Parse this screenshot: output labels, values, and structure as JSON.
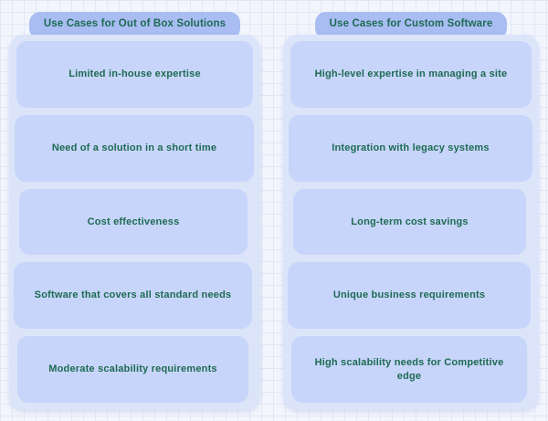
{
  "colors": {
    "background": "#f2f5fc",
    "grid_line": "#e2e7f6",
    "header_pill": "#a9bdf3",
    "panel": "#dce4fa",
    "card": "#c7d5fa",
    "text": "#1d6a52"
  },
  "columns": [
    {
      "title": "Use Cases for Out of Box Solutions",
      "cards": [
        "Limited in-house expertise",
        "Need of a solution in a short time",
        "Cost effectiveness",
        "Software that covers all standard needs",
        "Moderate scalability requirements"
      ]
    },
    {
      "title": "Use Cases for Custom Software",
      "cards": [
        "High-level expertise in managing a site",
        "Integration with legacy systems",
        "Long-term cost savings",
        "Unique business requirements",
        "High scalability needs for Competitive edge"
      ]
    }
  ]
}
